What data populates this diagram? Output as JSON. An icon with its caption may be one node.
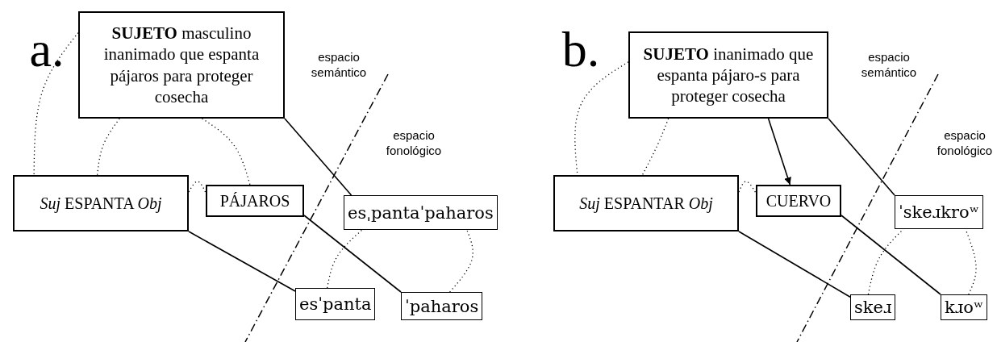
{
  "diagram": {
    "nodes": [
      {
        "text": [
          "**SUJETO** masculino inanimado que espanta pájaros para proteger cosecha"
        ]
      },
      {
        "text": [
          "*Suj* ESPANTA *Obj*"
        ]
      },
      {
        "text": [
          "PÁJAROS"
        ]
      },
      {
        "text": [
          "esˌpantaˈpaharos"
        ]
      },
      {
        "text": [
          "esˈpanta"
        ]
      },
      {
        "text": [
          "ˈpaharos"
        ]
      },
      {
        "text": [
          "**SUJETO** inanimado que espanta pájaro-s para proteger cosecha"
        ]
      },
      {
        "text": [
          "*Suj* ESPANTAR *Obj*"
        ]
      },
      {
        "text": [
          "CUERVO"
        ]
      },
      {
        "text": [
          "ˈskeɹkroʷ"
        ]
      },
      {
        "text": [
          "skeɹ"
        ]
      },
      {
        "text": [
          "kɹoʷ"
        ]
      }
    ],
    "edges": [
      {
        "from": 0,
        "to": 3,
        "arrow": "none"
      },
      {
        "from": 1,
        "to": 4,
        "arrow": "none"
      },
      {
        "from": 2,
        "to": 5,
        "arrow": "none"
      },
      {
        "from": 0,
        "to": 1,
        "arrow": "none",
        "style": "dashed"
      },
      {
        "from": 0,
        "to": 1,
        "arrow": "none",
        "style": "dashed"
      },
      {
        "from": 0,
        "to": 2,
        "arrow": "none",
        "style": "dashed"
      },
      {
        "from": 1,
        "to": 2,
        "arrow": "none",
        "style": "dashed"
      },
      {
        "from": 4,
        "to": 3,
        "arrow": "none",
        "style": "dashed"
      },
      {
        "from": 5,
        "to": 3,
        "arrow": "none",
        "style": "dashed"
      },
      {
        "from": 6,
        "to": 9,
        "arrow": "none"
      },
      {
        "from": 7,
        "to": 10,
        "arrow": "none"
      },
      {
        "from": 8,
        "to": 11,
        "arrow": "none"
      },
      {
        "from": 6,
        "to": 8,
        "arrow": "to"
      },
      {
        "from": 6,
        "to": 7,
        "arrow": "none",
        "style": "dashed"
      },
      {
        "from": 6,
        "to": 7,
        "arrow": "none",
        "style": "dashed"
      },
      {
        "from": 7,
        "to": 8,
        "arrow": "none",
        "style": "dashed"
      },
      {
        "from": 10,
        "to": 9,
        "arrow": "none",
        "style": "dashed"
      },
      {
        "from": 11,
        "to": 9,
        "arrow": "none",
        "style": "dashed"
      }
    ],
    "labels": [
      "a.",
      "espacio semántico",
      "espacio fonológico",
      "b.",
      "espacio semántico",
      "espacio fonológico"
    ]
  }
}
